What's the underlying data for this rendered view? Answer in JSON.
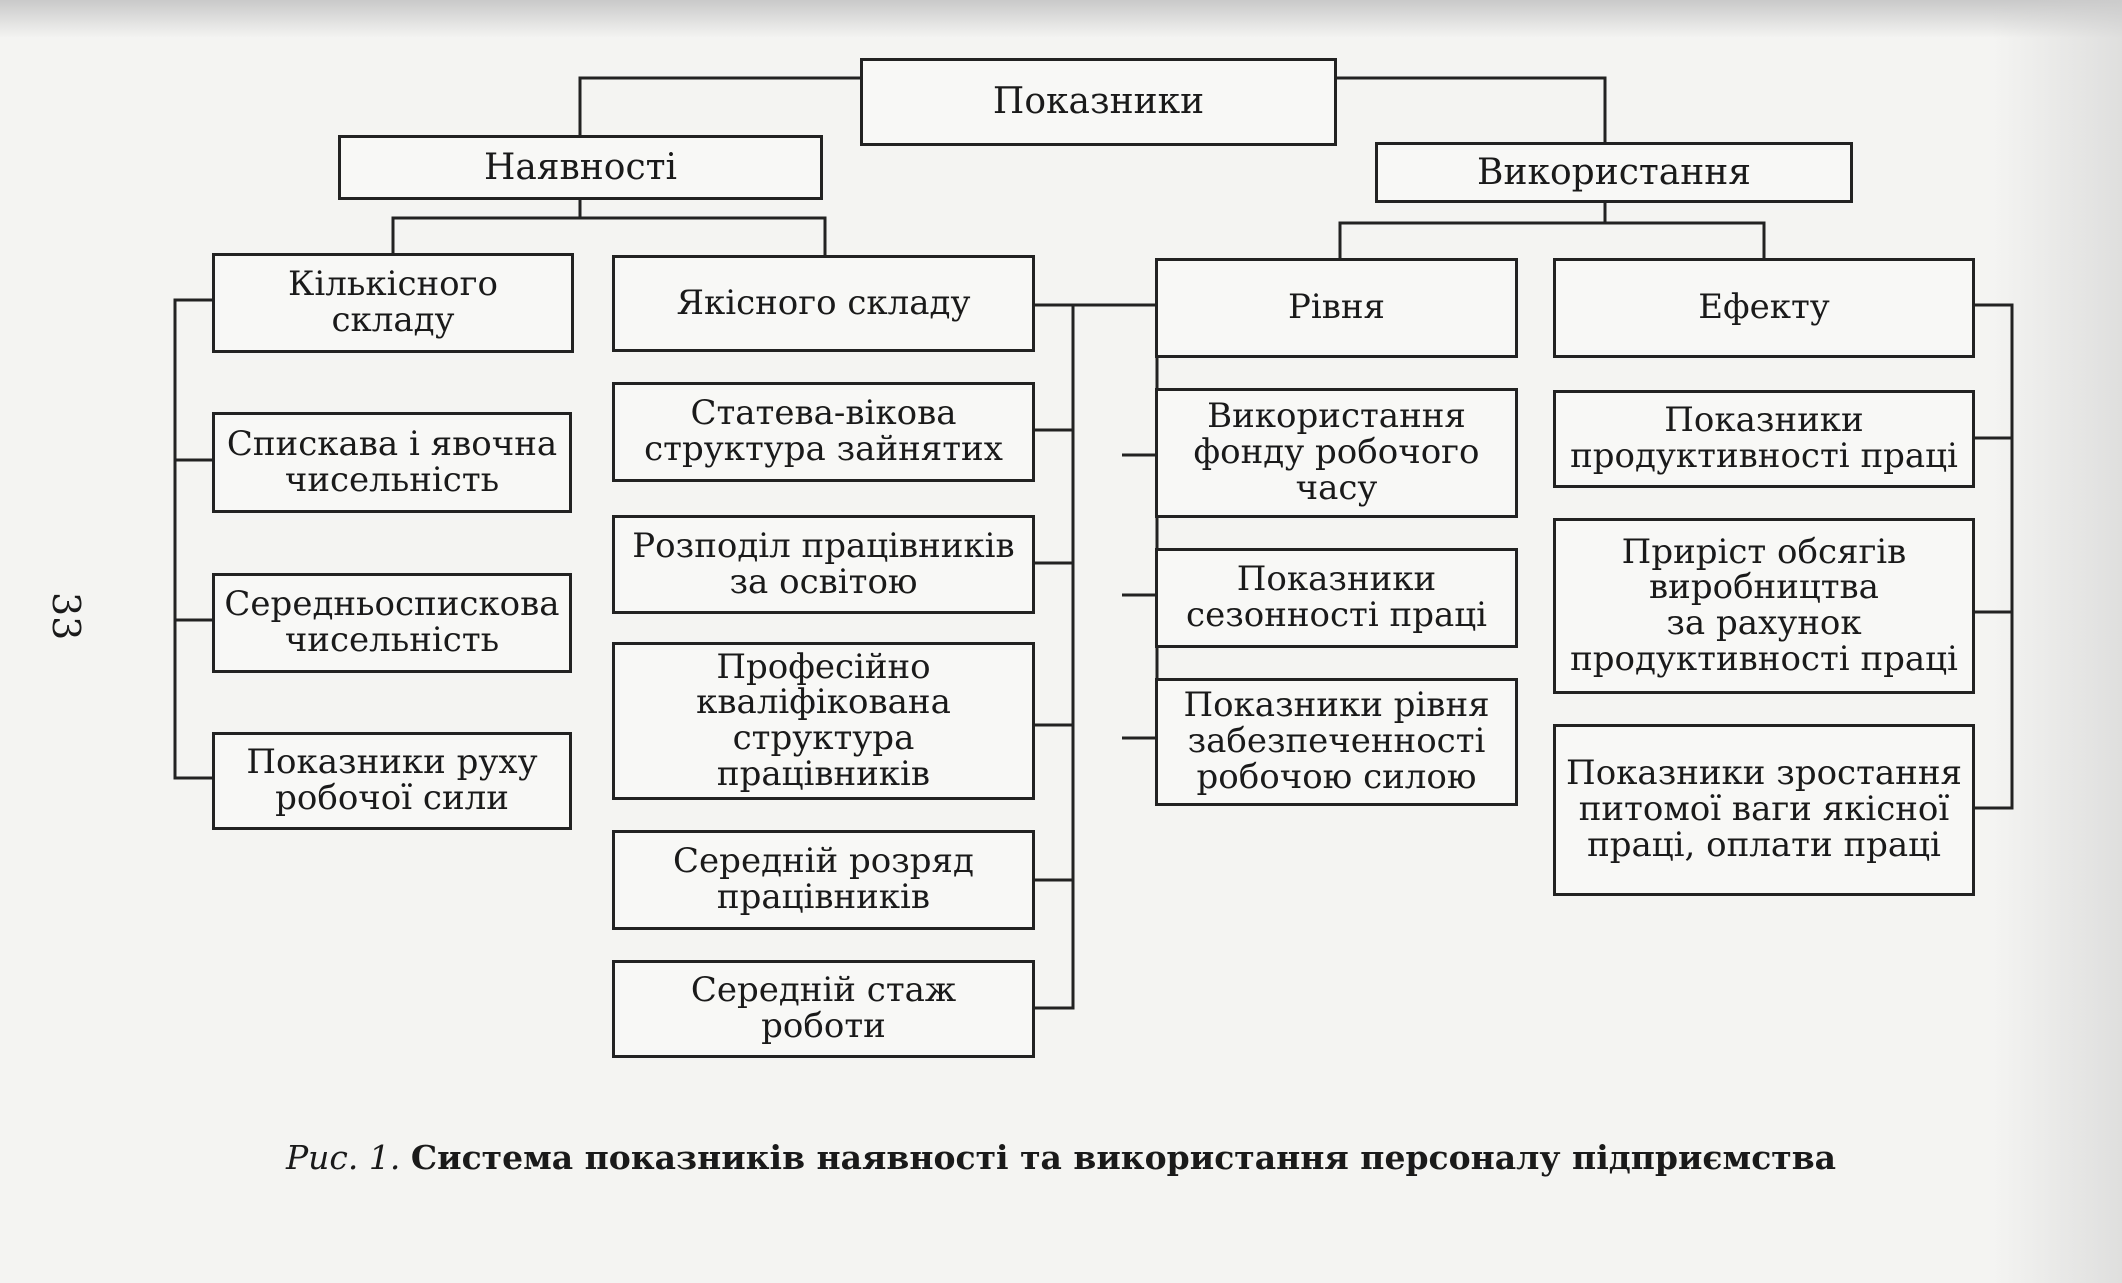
{
  "page_number": "33",
  "diagram": {
    "root": "Показники",
    "availability": {
      "label": "Наявності",
      "quantitative": {
        "label": "Кількісного\nскладу",
        "items": [
          "Спискава і явочна\nчисельність",
          "Середньоспискова\nчисельність",
          "Показники руху\nробочої сили"
        ]
      },
      "qualitative": {
        "label": "Якісного складу",
        "items": [
          "Статева-вікова\nструктура зайнятих",
          "Розподіл працівників\nза освітою",
          "Професійно\nкваліфікована\nструктура\nпрацівників",
          "Середній розряд\nпрацівників",
          "Середній стаж\nроботи"
        ]
      }
    },
    "usage": {
      "label": "Використання",
      "level": {
        "label": "Рівня",
        "items": [
          "Використання\nфонду робочого\nчасу",
          "Показники\nсезонності праці",
          "Показники рівня\nзабезпеченності\nробочою силою"
        ]
      },
      "effect": {
        "label": "Ефекту",
        "items": [
          "Показники\nпродуктивності праці",
          "Приріст обсягів\nвиробництва\nза рахунок\nпродуктивності праці",
          "Показники зростання\nпитомої ваги якісної\nпраці, оплати праці"
        ]
      }
    }
  },
  "caption": {
    "figure": "Рис. 1.",
    "title": "Система показників наявності та використання персоналу підприємства"
  }
}
